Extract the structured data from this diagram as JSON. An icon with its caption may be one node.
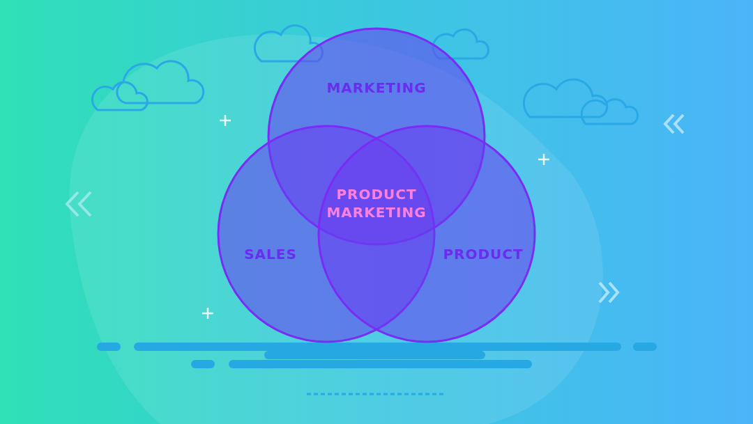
{
  "diagram": {
    "nodes": [
      {
        "text": [
          "MARKETING"
        ]
      },
      {
        "text": [
          "SALES"
        ]
      },
      {
        "text": [
          "PRODUCT"
        ]
      }
    ],
    "labels": [
      "PRODUCT MARKETING"
    ]
  }
}
